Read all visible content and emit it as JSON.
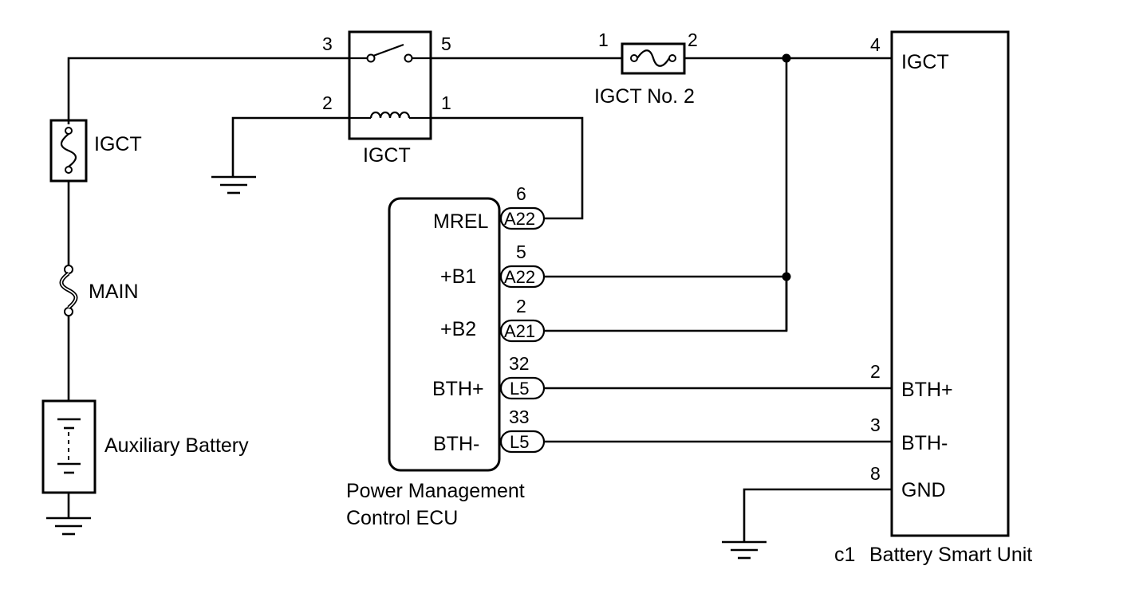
{
  "components": {
    "igct_relay": {
      "label": "IGCT",
      "pins": {
        "p3": "3",
        "p5": "5",
        "p2": "2",
        "p1": "1"
      }
    },
    "igct_no2_fuse": {
      "label": "IGCT No. 2",
      "pins": {
        "p1": "1",
        "p2": "2"
      }
    },
    "igct_fuse": {
      "label": "IGCT"
    },
    "main_fuse": {
      "label": "MAIN"
    },
    "aux_battery": {
      "label": "Auxiliary Battery"
    },
    "ecu": {
      "label_line1": "Power Management",
      "label_line2": "Control ECU",
      "terminals": [
        {
          "name": "MREL",
          "pin": "6",
          "connector": "A22"
        },
        {
          "name": "+B1",
          "pin": "5",
          "connector": "A22"
        },
        {
          "name": "+B2",
          "pin": "2",
          "connector": "A21"
        },
        {
          "name": "BTH+",
          "pin": "32",
          "connector": "L5"
        },
        {
          "name": "BTH-",
          "pin": "33",
          "connector": "L5"
        }
      ]
    },
    "battery_smart_unit": {
      "connector": "c1",
      "label": "Battery Smart Unit",
      "terminals": [
        {
          "name": "IGCT",
          "pin": "4"
        },
        {
          "name": "BTH+",
          "pin": "2"
        },
        {
          "name": "BTH-",
          "pin": "3"
        },
        {
          "name": "GND",
          "pin": "8"
        }
      ]
    }
  }
}
